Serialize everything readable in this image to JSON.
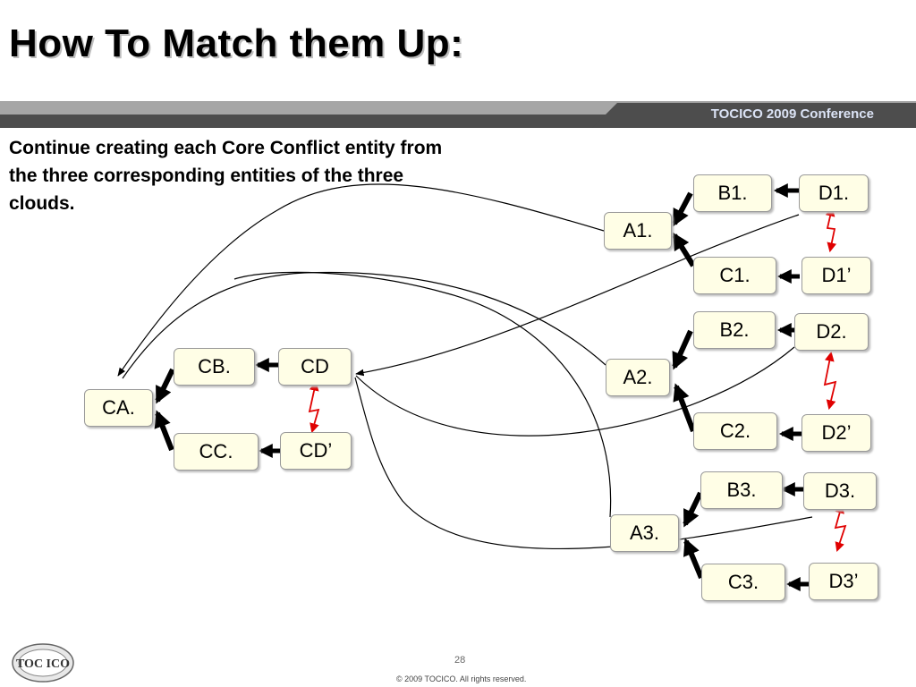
{
  "title": "How To Match them Up:",
  "banner": "TOCICO 2009 Conference",
  "instruction": "Continue creating each Core Conflict entity from the three corresponding entities of the three clouds.",
  "nodes": {
    "b1": "B1.",
    "d1": "D1.",
    "a1": "A1.",
    "c1": "C1.",
    "d1p": "D1’",
    "b2": "B2.",
    "d2": "D2.",
    "a2": "A2.",
    "c2": "C2.",
    "d2p": "D2’",
    "b3": "B3.",
    "d3": "D3.",
    "a3": "A3.",
    "c3": "C3.",
    "d3p": "D3’",
    "cb": "CB.",
    "cd": "CD",
    "ca": "CA.",
    "cc": "CC.",
    "cdp": "CD’"
  },
  "page_number": "28",
  "copyright": "© 2009 TOCICO. All rights reserved.",
  "logo_text": "TOC ICO",
  "colors": {
    "node_fill": "#fffee6",
    "banner": "#4d4d4d",
    "conflict_arrow": "#e00000",
    "banner_text": "#dbe3f5"
  }
}
